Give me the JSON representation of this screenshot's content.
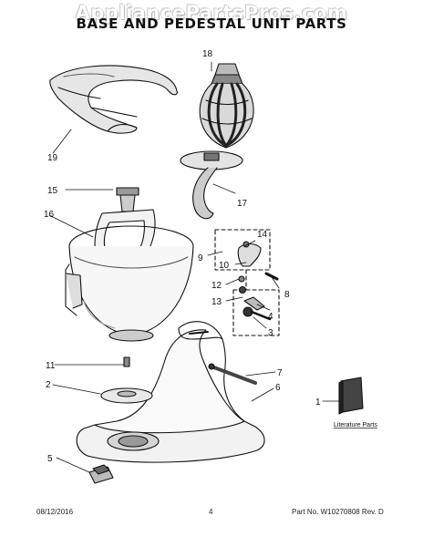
{
  "watermark": "AppliancePartsPros.com",
  "title": "BASE AND PEDESTAL UNIT PARTS",
  "callouts": {
    "c1": "1",
    "c2": "2",
    "c3": "3",
    "c4": "4",
    "c5": "5",
    "c6": "6",
    "c7": "7",
    "c8": "8",
    "c9": "9",
    "c10": "10",
    "c11": "11",
    "c12": "12",
    "c13": "13",
    "c14": "14",
    "c15": "15",
    "c16": "16",
    "c17": "17",
    "c18": "18",
    "c19": "19"
  },
  "literature_label": "Literature Parts",
  "footer": {
    "date": "08/12/2016",
    "page": "4",
    "part_no": "Part No. W10270808  Rev. D"
  }
}
